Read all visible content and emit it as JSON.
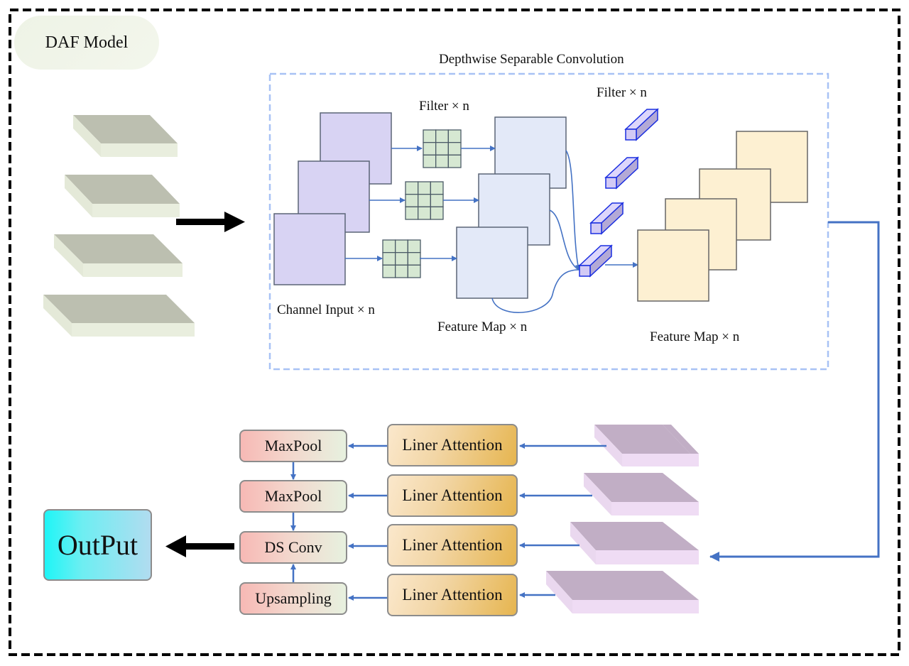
{
  "title": "DAF Model",
  "dsc": {
    "title": "Depthwise Separable Convolution",
    "filter_label_1": "Filter × n",
    "filter_label_2": "Filter × n",
    "channel_input_label": "Channel Input × n",
    "feature_map_label_1": "Feature Map × n",
    "feature_map_label_2": "Feature Map × n"
  },
  "decoder": {
    "left_column": [
      "MaxPool",
      "MaxPool",
      "DS Conv",
      "Upsampling"
    ],
    "attention_column": [
      "Liner Attention",
      "Liner Attention",
      "Liner Attention",
      "Liner Attention"
    ]
  },
  "output_label": "OutPut",
  "colors": {
    "input_slab_top": "#bcbfb0",
    "input_slab_side": "#e9eede",
    "channel_input": "#d8d3f3",
    "filter_grid": "#d6e8d2",
    "feature_map_1": "#e3e9f8",
    "pointwise_filter": "#d2caf5",
    "feature_map_2": "#fdf0d2",
    "encoded_slab_top": "#c1aec5",
    "encoded_slab_side": "#efdcf4",
    "connector": "#4472c4",
    "dsc_border": "#a8c2f5"
  }
}
